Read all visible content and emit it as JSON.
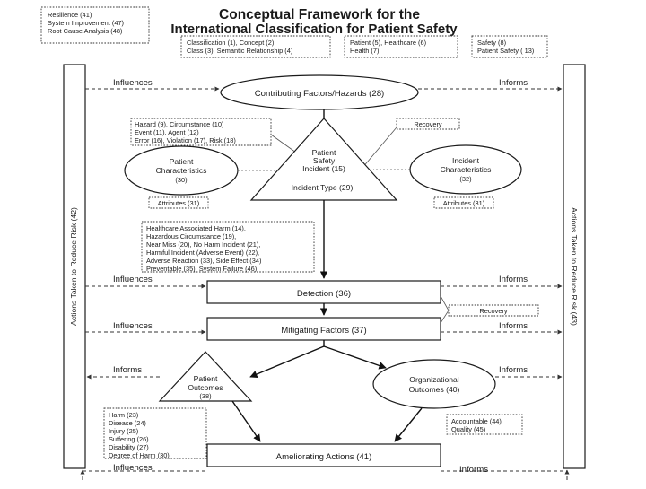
{
  "title": {
    "line1": "Conceptual Framework for the",
    "line2": "International Classification for Patient Safety"
  },
  "top_boxes": {
    "resilience": [
      "Resilience (41)",
      "System Improvement (47)",
      "Root Cause Analysis (48)"
    ],
    "classification": [
      "Classification (1), Concept (2)",
      "Class (3), Semantic Relationship (4)"
    ],
    "patient_health": [
      "Patient (5), Healthcare (6)",
      "Health (7)"
    ],
    "safety": [
      "Safety (8)",
      "Patient Safety ( 13)"
    ]
  },
  "side_bars": {
    "left": "Actions Taken to Reduce Risk (42)",
    "right": "Actions Taken to Reduce Risk (43)"
  },
  "nodes": {
    "contributing": "Contributing Factors/Hazards (28)",
    "patient_char": [
      "Patient",
      "Characteristics",
      "(30)"
    ],
    "incident_char": [
      "Incident",
      "Characteristics",
      "(32)"
    ],
    "psi": [
      "Patient",
      "Safety",
      "Incident (15)"
    ],
    "incident_type": "Incident Type (29)",
    "detection": "Detection (36)",
    "mitigating": "Mitigating Factors (37)",
    "patient_outcomes": [
      "Patient",
      "Outcomes",
      "(38)"
    ],
    "org_outcomes": [
      "Organizational",
      "Outcomes (40)"
    ],
    "ameliorating": "Ameliorating Actions (41)"
  },
  "notes": {
    "hazard": [
      "Hazard (9), Circumstance (10)",
      "Event (11), Agent (12)",
      "Error (16), Violation (17), Risk (18)"
    ],
    "recovery1": "Recovery",
    "attributes_left": "Attributes (31)",
    "attributes_right": "Attributes (31)",
    "harm_types": [
      "Healthcare Associated Harm (14),",
      "Hazardous Circumstance (19),",
      "Near Miss (20), No Harm Incident (21),",
      "Harmful Incident (Adverse Event) (22),",
      "Adverse Reaction (33), Side Effect (34)",
      "Preventable (35), System Failure (46)"
    ],
    "recovery2": "Recovery",
    "harm_list": [
      "Harm (23)",
      "Disease (24)",
      "Injury (25)",
      "Suffering (26)",
      "Disability (27)",
      "Degree of Harm (30)"
    ],
    "accountable": [
      "Accountable (44)",
      "Quality (45)"
    ]
  },
  "flow_labels": {
    "influences_top": "Influences",
    "informs_top": "Informs",
    "influences_detection": "Influences",
    "informs_detection": "Informs",
    "influences_mitigating": "Influences",
    "informs_mitigating": "Informs",
    "informs_patient": "Informs",
    "informs_org": "Informs",
    "influences_bottom": "Influences",
    "informs_bottom": "Informs"
  }
}
